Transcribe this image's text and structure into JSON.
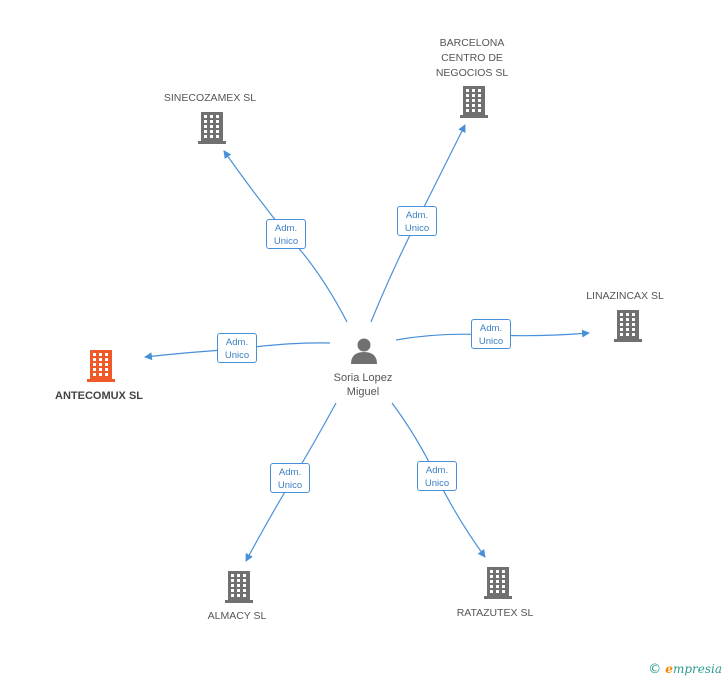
{
  "person": {
    "name_line1": "Soria Lopez",
    "name_line2": "Miguel"
  },
  "companies": [
    {
      "id": "sinecozamex",
      "label": "SINECOZAMEX SL",
      "highlight": false,
      "role": [
        "Adm.",
        "Unico"
      ]
    },
    {
      "id": "barcelona",
      "label": "BARCELONA\nCENTRO DE\nNEGOCIOS SL",
      "highlight": false,
      "role": [
        "Adm.",
        "Unico"
      ]
    },
    {
      "id": "linazincax",
      "label": "LINAZINCAX SL",
      "highlight": false,
      "role": [
        "Adm.",
        "Unico"
      ]
    },
    {
      "id": "ratazutex",
      "label": "RATAZUTEX SL",
      "highlight": false,
      "role": [
        "Adm.",
        "Unico"
      ]
    },
    {
      "id": "almacy",
      "label": "ALMACY SL",
      "highlight": false,
      "role": [
        "Adm.",
        "Unico"
      ]
    },
    {
      "id": "antecomux",
      "label": "ANTECOMUX SL",
      "highlight": true,
      "role": [
        "Adm.",
        "Unico"
      ]
    }
  ],
  "colors": {
    "edge": "#4a90d9",
    "building": "#707070",
    "building_highlight": "#f05a28",
    "person": "#707070"
  },
  "footer": {
    "copyright": "©",
    "brand_initial": "e",
    "brand_rest": "mpresia"
  }
}
